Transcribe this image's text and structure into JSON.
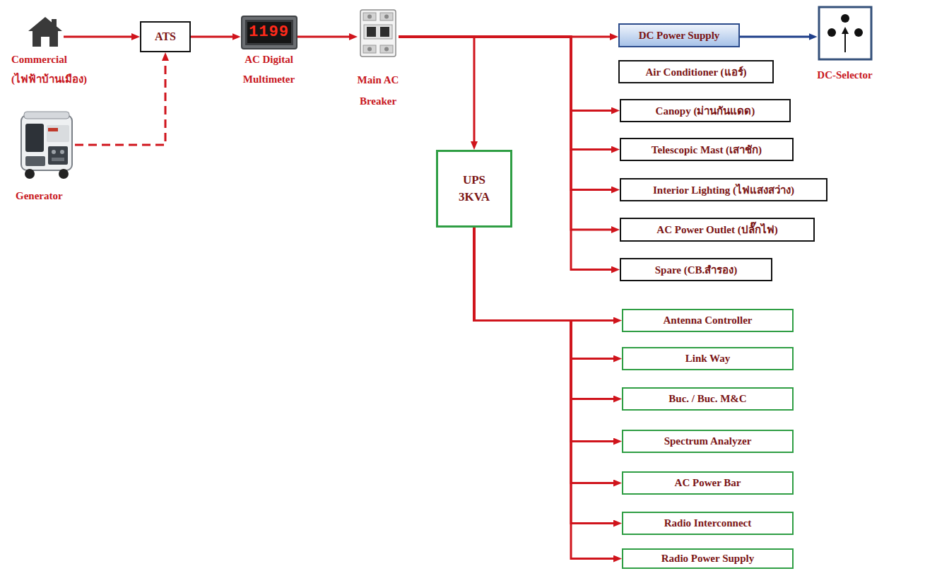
{
  "diagram": {
    "nodes": [
      {
        "text": [
          "Commercial",
          "(ไฟฟ้าบ้านเมือง)"
        ]
      },
      {
        "text": [
          "ATS"
        ]
      },
      {
        "text": [
          "Generator"
        ]
      },
      {
        "text": [
          "1199",
          "AC Digital Multimeter"
        ]
      },
      {
        "text": [
          "Main AC Breaker"
        ]
      },
      {
        "text": [
          "DC Power Supply"
        ]
      },
      {
        "text": [
          "DC-Selector"
        ]
      },
      {
        "text": [
          "Air Conditioner (แอร์)"
        ]
      },
      {
        "text": [
          "Canopy (ม่านกันแดด)"
        ]
      },
      {
        "text": [
          "Telescopic Mast (เสาชัก)"
        ]
      },
      {
        "text": [
          "Interior Lighting (ไฟแสงสว่าง)"
        ]
      },
      {
        "text": [
          "AC Power Outlet (ปลั๊กไฟ)"
        ]
      },
      {
        "text": [
          "Spare (CB.สำรอง)"
        ]
      },
      {
        "text": [
          "UPS 3KVA"
        ]
      },
      {
        "text": [
          "Antenna Controller"
        ]
      },
      {
        "text": [
          "Link Way"
        ]
      },
      {
        "text": [
          "Buc. / Buc. M&C"
        ]
      },
      {
        "text": [
          "Spectrum Analyzer"
        ]
      },
      {
        "text": [
          "AC Power Bar"
        ]
      },
      {
        "text": [
          "Radio Interconnect"
        ]
      },
      {
        "text": [
          "Radio Power Supply"
        ]
      }
    ],
    "edges": [
      {
        "from": 0,
        "to": 1,
        "arrow": "to"
      },
      {
        "from": 2,
        "to": 1,
        "arrow": "to"
      },
      {
        "from": 1,
        "to": 3,
        "arrow": "to"
      },
      {
        "from": 3,
        "to": 4,
        "arrow": "to"
      },
      {
        "from": 4,
        "to": 5,
        "arrow": "to"
      },
      {
        "from": 5,
        "to": 6,
        "arrow": "to"
      },
      {
        "from": 4,
        "to": 8,
        "arrow": "to"
      },
      {
        "from": 4,
        "to": 9,
        "arrow": "to"
      },
      {
        "from": 4,
        "to": 10,
        "arrow": "to"
      },
      {
        "from": 4,
        "to": 11,
        "arrow": "to"
      },
      {
        "from": 4,
        "to": 12,
        "arrow": "to"
      },
      {
        "from": 4,
        "to": 13,
        "arrow": "to"
      },
      {
        "from": 13,
        "to": 14,
        "arrow": "to"
      },
      {
        "from": 13,
        "to": 15,
        "arrow": "to"
      },
      {
        "from": 13,
        "to": 16,
        "arrow": "to"
      },
      {
        "from": 13,
        "to": 17,
        "arrow": "to"
      },
      {
        "from": 13,
        "to": 18,
        "arrow": "to"
      },
      {
        "from": 13,
        "to": 19,
        "arrow": "to"
      },
      {
        "from": 13,
        "to": 20,
        "arrow": "to"
      }
    ]
  }
}
